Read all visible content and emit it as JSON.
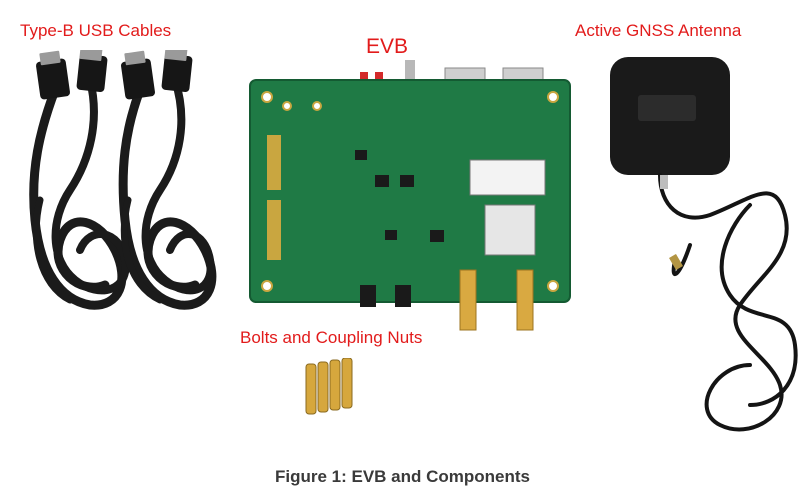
{
  "labels": {
    "usb_cables": "Type-B USB Cables",
    "evb": "EVB",
    "gnss_antenna": "Active GNSS Antenna",
    "bolts_nuts": "Bolts and Coupling Nuts"
  },
  "caption": "Figure 1: EVB and Components",
  "colors": {
    "label_red": "#e21b1b",
    "pcb_green": "#1f7a45",
    "caption_gray": "#3a3a3a"
  }
}
